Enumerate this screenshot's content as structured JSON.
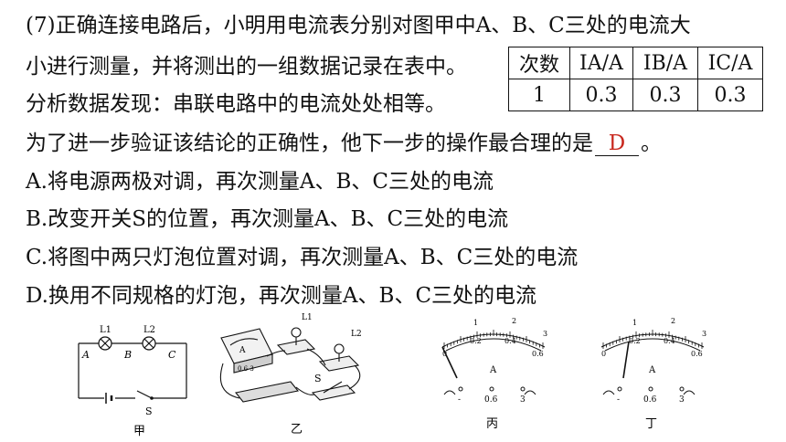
{
  "question": {
    "line1": "(7)正确连接电路后，小明用电流表分别对图甲中A、B、C三处的电流大",
    "line2": "小进行测量，并将测出的一组数据记录在表中。",
    "line3": "分析数据发现：串联电路中的电流处处相等。",
    "line4_before": "为了进一步验证该结论的正确性，他下一步的操作最合理的是",
    "line4_after": "。",
    "answer": "D"
  },
  "options": [
    "A.将电源两极对调，再次测量A、B、C三处的电流",
    "B.改变开关S的位置，再次测量A、B、C三处的电流",
    "C.将图中两只灯泡位置对调，再次测量A、B、C三处的电流",
    "D.换用不同规格的灯泡，再次测量A、B、C三处的电流"
  ],
  "table": {
    "headers": [
      "次数",
      "IA/A",
      "IB/A",
      "IC/A"
    ],
    "row": [
      "1",
      "0.3",
      "0.3",
      "0.3"
    ]
  },
  "figures": {
    "jia": {
      "caption": "甲",
      "L1": "L1",
      "L2": "L2",
      "A": "A",
      "B": "B",
      "C": "C",
      "S": "S"
    },
    "yi": {
      "caption": "乙",
      "L1": "L1",
      "L2": "L2",
      "S": "S",
      "meter": "A",
      "scale": "0.6 3"
    },
    "bing": {
      "caption": "丙",
      "ticks_top": [
        "1",
        "2",
        "3"
      ],
      "ticks_bottom": [
        "0",
        "0.2",
        "0.4",
        "0.6"
      ],
      "unit": "A",
      "terminals": [
        "-",
        "0.6",
        "3"
      ]
    },
    "ding": {
      "caption": "丁",
      "ticks_top": [
        "1",
        "2",
        "3"
      ],
      "ticks_bottom": [
        "0",
        "0.2",
        "0.4",
        "0.6"
      ],
      "unit": "A",
      "terminals": [
        "-",
        "0.6",
        "3"
      ]
    }
  },
  "colors": {
    "answer": "#c8281e",
    "text": "#111111"
  }
}
